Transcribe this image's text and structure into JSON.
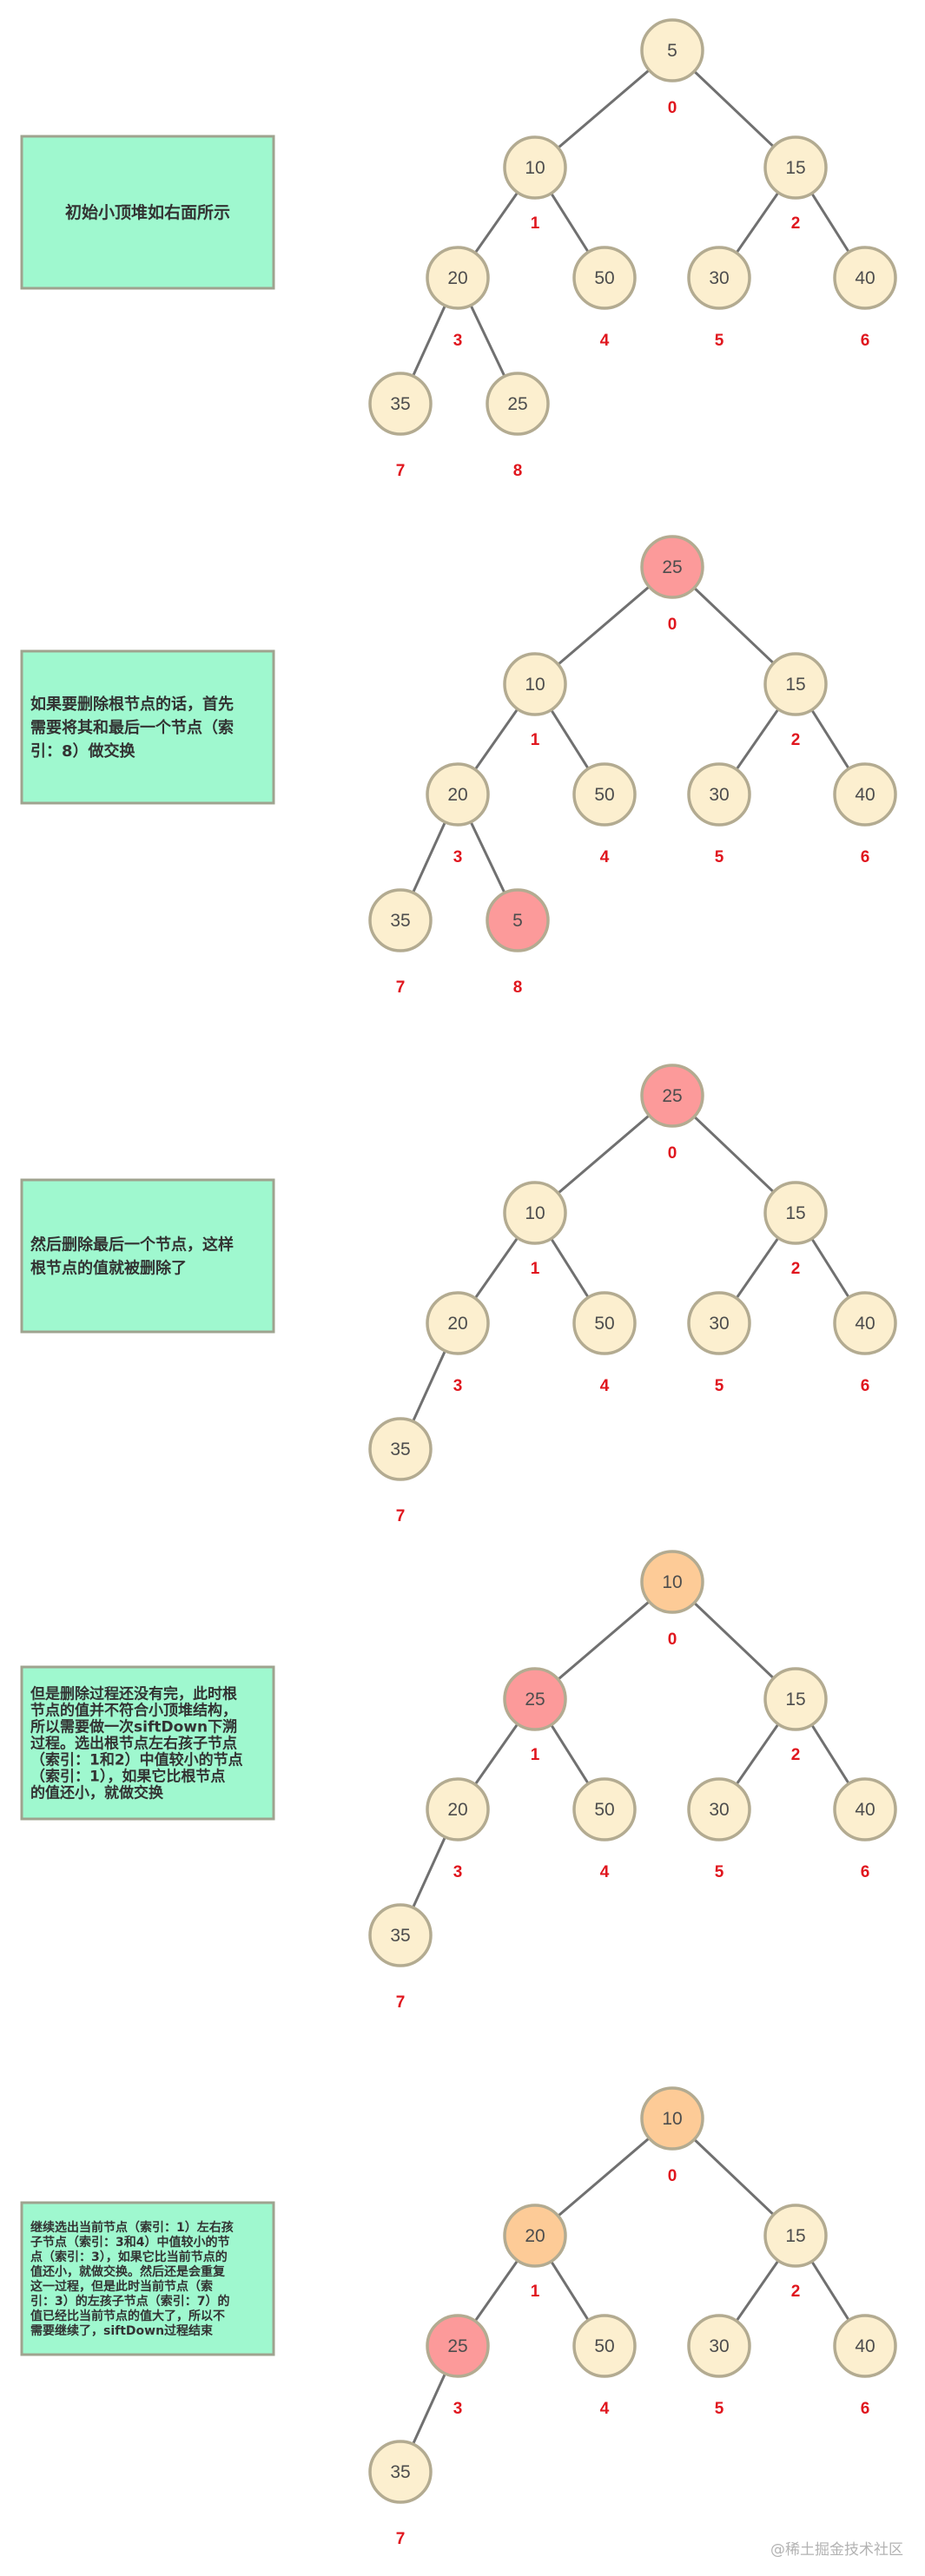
{
  "colors": {
    "node_default": "#fcefcf",
    "node_stroke": "#b3ab91",
    "node_highlight_red": "#fc9a9a",
    "node_highlight_orange": "#fdcb97",
    "edge": "#707070",
    "note_fill": "#9ff8cf",
    "note_stroke": "#9fa38f",
    "index_text": "#e0161e"
  },
  "panels": [
    {
      "note_lines": [
        "初始小顶堆如右面所示"
      ],
      "nodes": [
        {
          "value": "5",
          "index": "0",
          "state": "default"
        },
        {
          "value": "10",
          "index": "1",
          "state": "default"
        },
        {
          "value": "15",
          "index": "2",
          "state": "default"
        },
        {
          "value": "20",
          "index": "3",
          "state": "default"
        },
        {
          "value": "50",
          "index": "4",
          "state": "default"
        },
        {
          "value": "30",
          "index": "5",
          "state": "default"
        },
        {
          "value": "40",
          "index": "6",
          "state": "default"
        },
        {
          "value": "35",
          "index": "7",
          "state": "default"
        },
        {
          "value": "25",
          "index": "8",
          "state": "default"
        }
      ]
    },
    {
      "note_lines": [
        "如果要删除根节点的话，首先",
        "需要将其和最后一个节点（索",
        "引：8）做交换"
      ],
      "nodes": [
        {
          "value": "25",
          "index": "0",
          "state": "red"
        },
        {
          "value": "10",
          "index": "1",
          "state": "default"
        },
        {
          "value": "15",
          "index": "2",
          "state": "default"
        },
        {
          "value": "20",
          "index": "3",
          "state": "default"
        },
        {
          "value": "50",
          "index": "4",
          "state": "default"
        },
        {
          "value": "30",
          "index": "5",
          "state": "default"
        },
        {
          "value": "40",
          "index": "6",
          "state": "default"
        },
        {
          "value": "35",
          "index": "7",
          "state": "default"
        },
        {
          "value": "5",
          "index": "8",
          "state": "red"
        }
      ]
    },
    {
      "note_lines": [
        "然后删除最后一个节点，这样",
        "根节点的值就被删除了"
      ],
      "nodes": [
        {
          "value": "25",
          "index": "0",
          "state": "red"
        },
        {
          "value": "10",
          "index": "1",
          "state": "default"
        },
        {
          "value": "15",
          "index": "2",
          "state": "default"
        },
        {
          "value": "20",
          "index": "3",
          "state": "default"
        },
        {
          "value": "50",
          "index": "4",
          "state": "default"
        },
        {
          "value": "30",
          "index": "5",
          "state": "default"
        },
        {
          "value": "40",
          "index": "6",
          "state": "default"
        },
        {
          "value": "35",
          "index": "7",
          "state": "default"
        }
      ]
    },
    {
      "note_lines": [
        "但是删除过程还没有完，此时根",
        "节点的值并不符合小顶堆结构，",
        "所以需要做一次siftDown下溯",
        "过程。选出根节点左右孩子节点",
        "（索引：1和2）中值较小的节点",
        "（索引：1），如果它比根节点",
        "的值还小，就做交换"
      ],
      "nodes": [
        {
          "value": "10",
          "index": "0",
          "state": "orange"
        },
        {
          "value": "25",
          "index": "1",
          "state": "red"
        },
        {
          "value": "15",
          "index": "2",
          "state": "default"
        },
        {
          "value": "20",
          "index": "3",
          "state": "default"
        },
        {
          "value": "50",
          "index": "4",
          "state": "default"
        },
        {
          "value": "30",
          "index": "5",
          "state": "default"
        },
        {
          "value": "40",
          "index": "6",
          "state": "default"
        },
        {
          "value": "35",
          "index": "7",
          "state": "default"
        }
      ]
    },
    {
      "note_lines": [
        "继续选出当前节点（索引：1）左右孩",
        "子节点（索引：3和4）中值较小的节",
        "点（索引：3），如果它比当前节点的",
        "值还小，就做交换。然后还是会重复",
        "这一过程，但是此时当前节点（索",
        "引：3）的左孩子节点（索引：7）的",
        "值已经比当前节点的值大了，所以不",
        "需要继续了，siftDown过程结束"
      ],
      "nodes": [
        {
          "value": "10",
          "index": "0",
          "state": "orange"
        },
        {
          "value": "20",
          "index": "1",
          "state": "orange"
        },
        {
          "value": "15",
          "index": "2",
          "state": "default"
        },
        {
          "value": "25",
          "index": "3",
          "state": "red"
        },
        {
          "value": "50",
          "index": "4",
          "state": "default"
        },
        {
          "value": "30",
          "index": "5",
          "state": "default"
        },
        {
          "value": "40",
          "index": "6",
          "state": "default"
        },
        {
          "value": "35",
          "index": "7",
          "state": "default"
        }
      ]
    }
  ],
  "watermark": "@稀土掘金技术社区"
}
